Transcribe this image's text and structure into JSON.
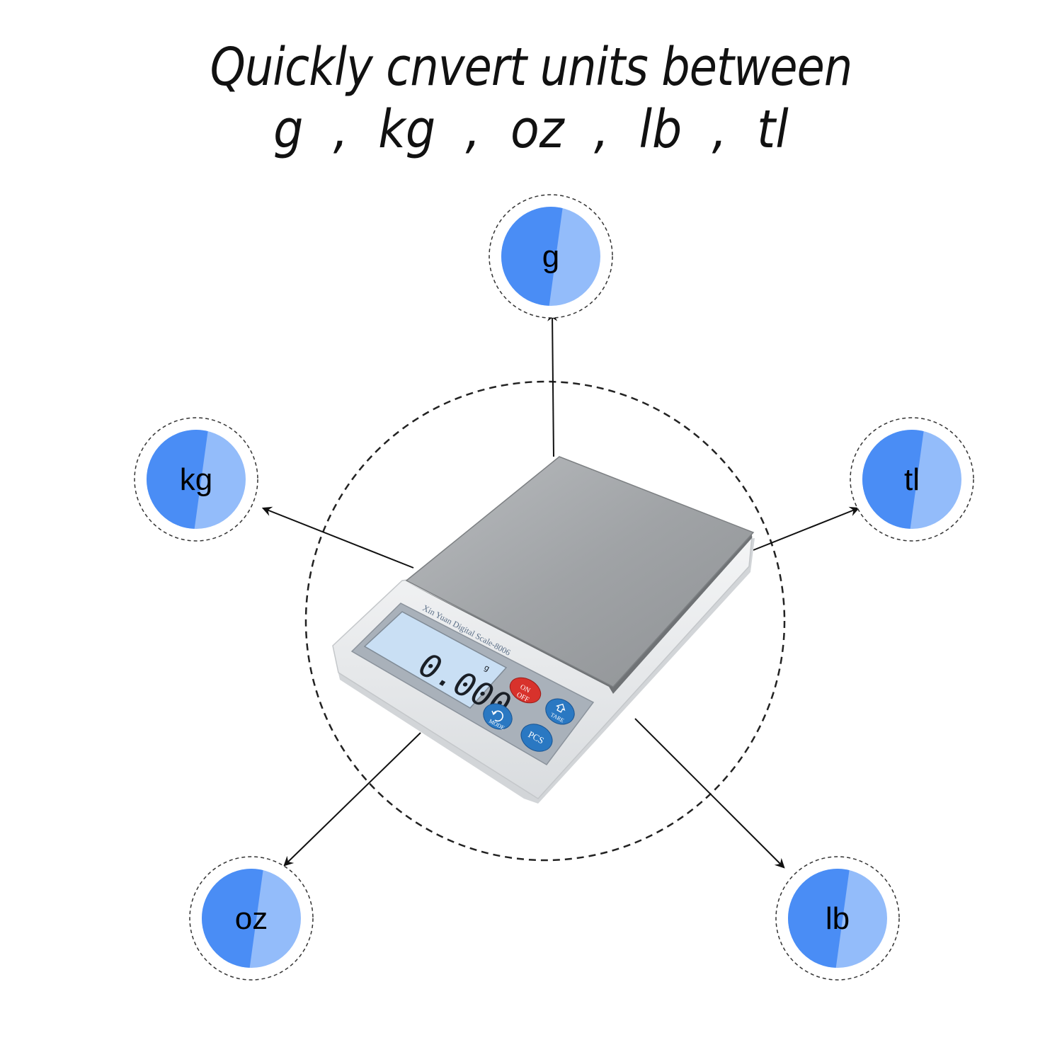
{
  "headline": {
    "line1": "Quickly cnvert units between",
    "line2": "g  ,  kg  ,  oz  ,  lb  ,  tl"
  },
  "units": [
    {
      "key": "g",
      "label": "g"
    },
    {
      "key": "kg",
      "label": "kg"
    },
    {
      "key": "tl",
      "label": "tl"
    },
    {
      "key": "oz",
      "label": "oz"
    },
    {
      "key": "lb",
      "label": "lb"
    }
  ],
  "scale": {
    "brand_text": "Xin Yuan Digital Scale-8006",
    "display_reading": "0.000",
    "display_unit": "g",
    "buttons": {
      "on_off_top": "ON",
      "on_off_bottom": "OFF",
      "tare": "TARE",
      "mode": "MODE",
      "pcs": "PCS"
    }
  },
  "colors": {
    "circle_dark": "#4a8df5",
    "circle_light": "#93bcfa",
    "dashed_ring": "#222222",
    "arrow": "#111111",
    "platform": "#a3a6a9",
    "body": "#eef0f2",
    "lcd": "#c9dff4",
    "button_red": "#d8322c",
    "button_blue": "#2a78c2"
  },
  "icons": [
    "mode-cycle-icon",
    "tare-arrow-icon"
  ]
}
